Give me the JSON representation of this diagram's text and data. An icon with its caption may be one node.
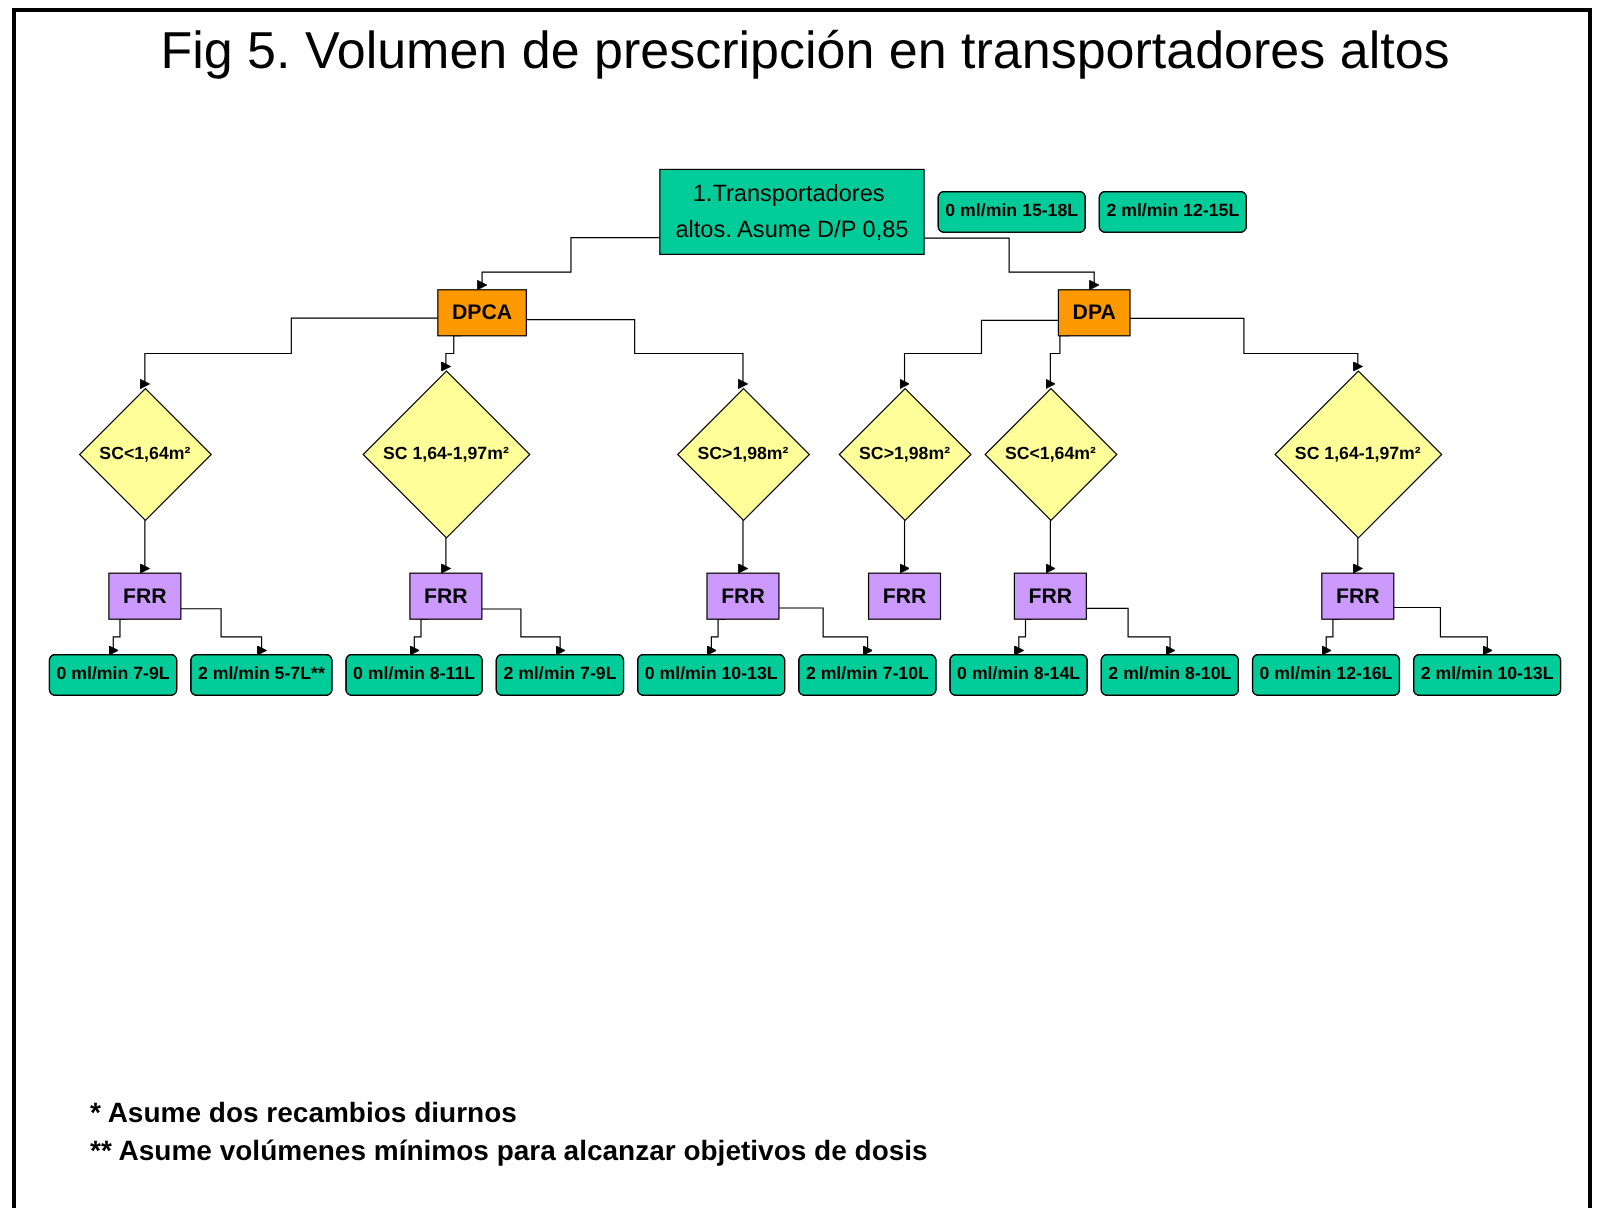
{
  "diagram": {
    "title": "Fig 5. Volumen de prescripción en transportadores altos",
    "nodes": [
      {
        "text": [
          "1.Transportadores altos. Asume D/P 0,85"
        ]
      },
      {
        "text": [
          "DPCA"
        ]
      },
      {
        "text": [
          "DPA"
        ]
      },
      {
        "text": [
          "SC<1,64m²"
        ]
      },
      {
        "text": [
          "SC>1,98m²"
        ]
      },
      {
        "text": [
          "SC<1,64m²"
        ]
      },
      {
        "text": [
          "SC>1,98m²"
        ]
      },
      {
        "text": [
          "SC 1,64-1,97m²"
        ]
      },
      {
        "text": [
          "SC 1,64-1,97m²"
        ]
      },
      {
        "text": [
          "FRR"
        ]
      },
      {
        "text": [
          "FRR"
        ]
      },
      {
        "text": [
          "FRR"
        ]
      },
      {
        "text": [
          "FRR"
        ]
      },
      {
        "text": [
          "0 ml/min 7-9L"
        ]
      },
      {
        "text": [
          "2 ml/min 5-7L**"
        ]
      },
      {
        "text": [
          "0 ml/min 10-13L"
        ]
      },
      {
        "text": [
          "2 ml/min 7-10L"
        ]
      },
      {
        "text": [
          "0 ml/min 8-14L"
        ]
      },
      {
        "text": [
          "2 ml/min 8-10L"
        ]
      },
      {
        "text": [
          "0 ml/min 15-18L"
        ]
      },
      {
        "text": [
          "2 ml/min 12-15L"
        ]
      },
      {
        "text": [
          "FRR"
        ]
      },
      {
        "text": [
          "FRR"
        ]
      },
      {
        "text": [
          "0 ml/min 8-11L"
        ]
      },
      {
        "text": [
          "2 ml/min 7-9L"
        ]
      },
      {
        "text": [
          "0 ml/min 12-16L"
        ]
      },
      {
        "text": [
          "2 ml/min 10-13L"
        ]
      }
    ],
    "edges": [
      {
        "from": 0,
        "to": 1,
        "arrow": "to"
      },
      {
        "from": 0,
        "to": 2,
        "arrow": "to"
      },
      {
        "from": 1,
        "to": 3,
        "arrow": "to"
      },
      {
        "from": 1,
        "to": 7,
        "arrow": "to"
      },
      {
        "from": 1,
        "to": 4,
        "arrow": "to"
      },
      {
        "from": 2,
        "to": 5,
        "arrow": "to"
      },
      {
        "from": 2,
        "to": 8,
        "arrow": "to"
      },
      {
        "from": 2,
        "to": 6,
        "arrow": "to"
      },
      {
        "from": 3,
        "to": 9,
        "arrow": "to"
      },
      {
        "from": 4,
        "to": 10,
        "arrow": "to"
      },
      {
        "from": 5,
        "to": 11,
        "arrow": "to"
      },
      {
        "from": 6,
        "to": 12,
        "arrow": "to"
      },
      {
        "from": 9,
        "to": 13,
        "arrow": "to"
      },
      {
        "from": 9,
        "to": 14,
        "arrow": "to"
      },
      {
        "from": 10,
        "to": 15,
        "arrow": "to"
      },
      {
        "from": 10,
        "to": 16,
        "arrow": "to"
      },
      {
        "from": 11,
        "to": 17,
        "arrow": "to"
      },
      {
        "from": 11,
        "to": 18,
        "arrow": "to"
      },
      {
        "from": 7,
        "to": 21,
        "arrow": "to"
      },
      {
        "from": 8,
        "to": 22,
        "arrow": "to"
      },
      {
        "from": 21,
        "to": 23,
        "arrow": "to"
      },
      {
        "from": 21,
        "to": 24,
        "arrow": "to"
      },
      {
        "from": 22,
        "to": 25,
        "arrow": "to"
      },
      {
        "from": 22,
        "to": 26,
        "arrow": "to"
      }
    ],
    "labels": [
      "* Asume dos recambios diurnos",
      "** Asume volúmenes mínimos para alcanzar objetivos de dosis"
    ]
  }
}
